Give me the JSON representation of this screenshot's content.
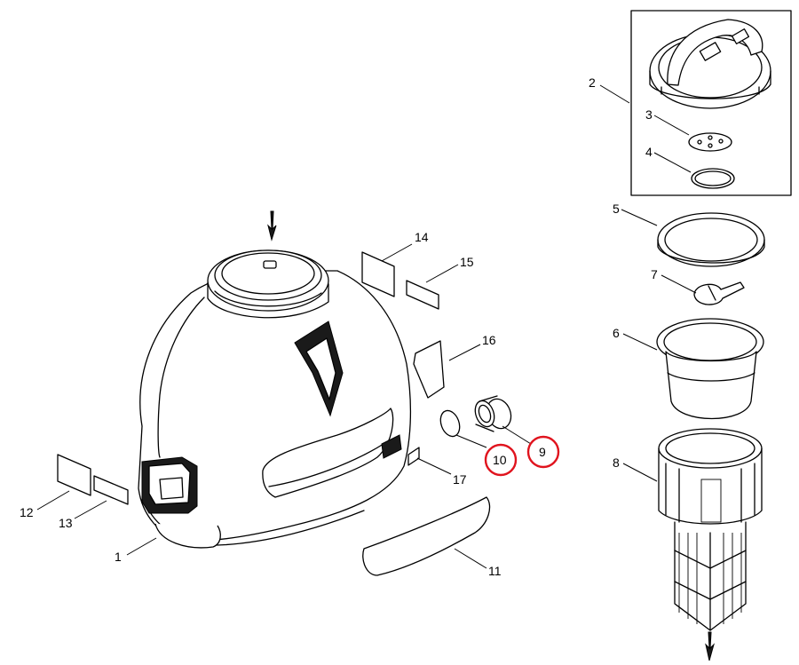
{
  "highlight_color": "#e0141e",
  "callouts": {
    "c1": "1",
    "c2": "2",
    "c3": "3",
    "c4": "4",
    "c5": "5",
    "c6": "6",
    "c7": "7",
    "c8": "8",
    "c9": "9",
    "c10": "10",
    "c11": "11",
    "c12": "12",
    "c13": "13",
    "c14": "14",
    "c15": "15",
    "c16": "16",
    "c17": "17"
  },
  "highlighted_callouts": [
    "9",
    "10"
  ],
  "icons": {
    "direction_arrow_top": "down-arrow-icon",
    "direction_arrow_bottom": "down-arrow-icon"
  }
}
